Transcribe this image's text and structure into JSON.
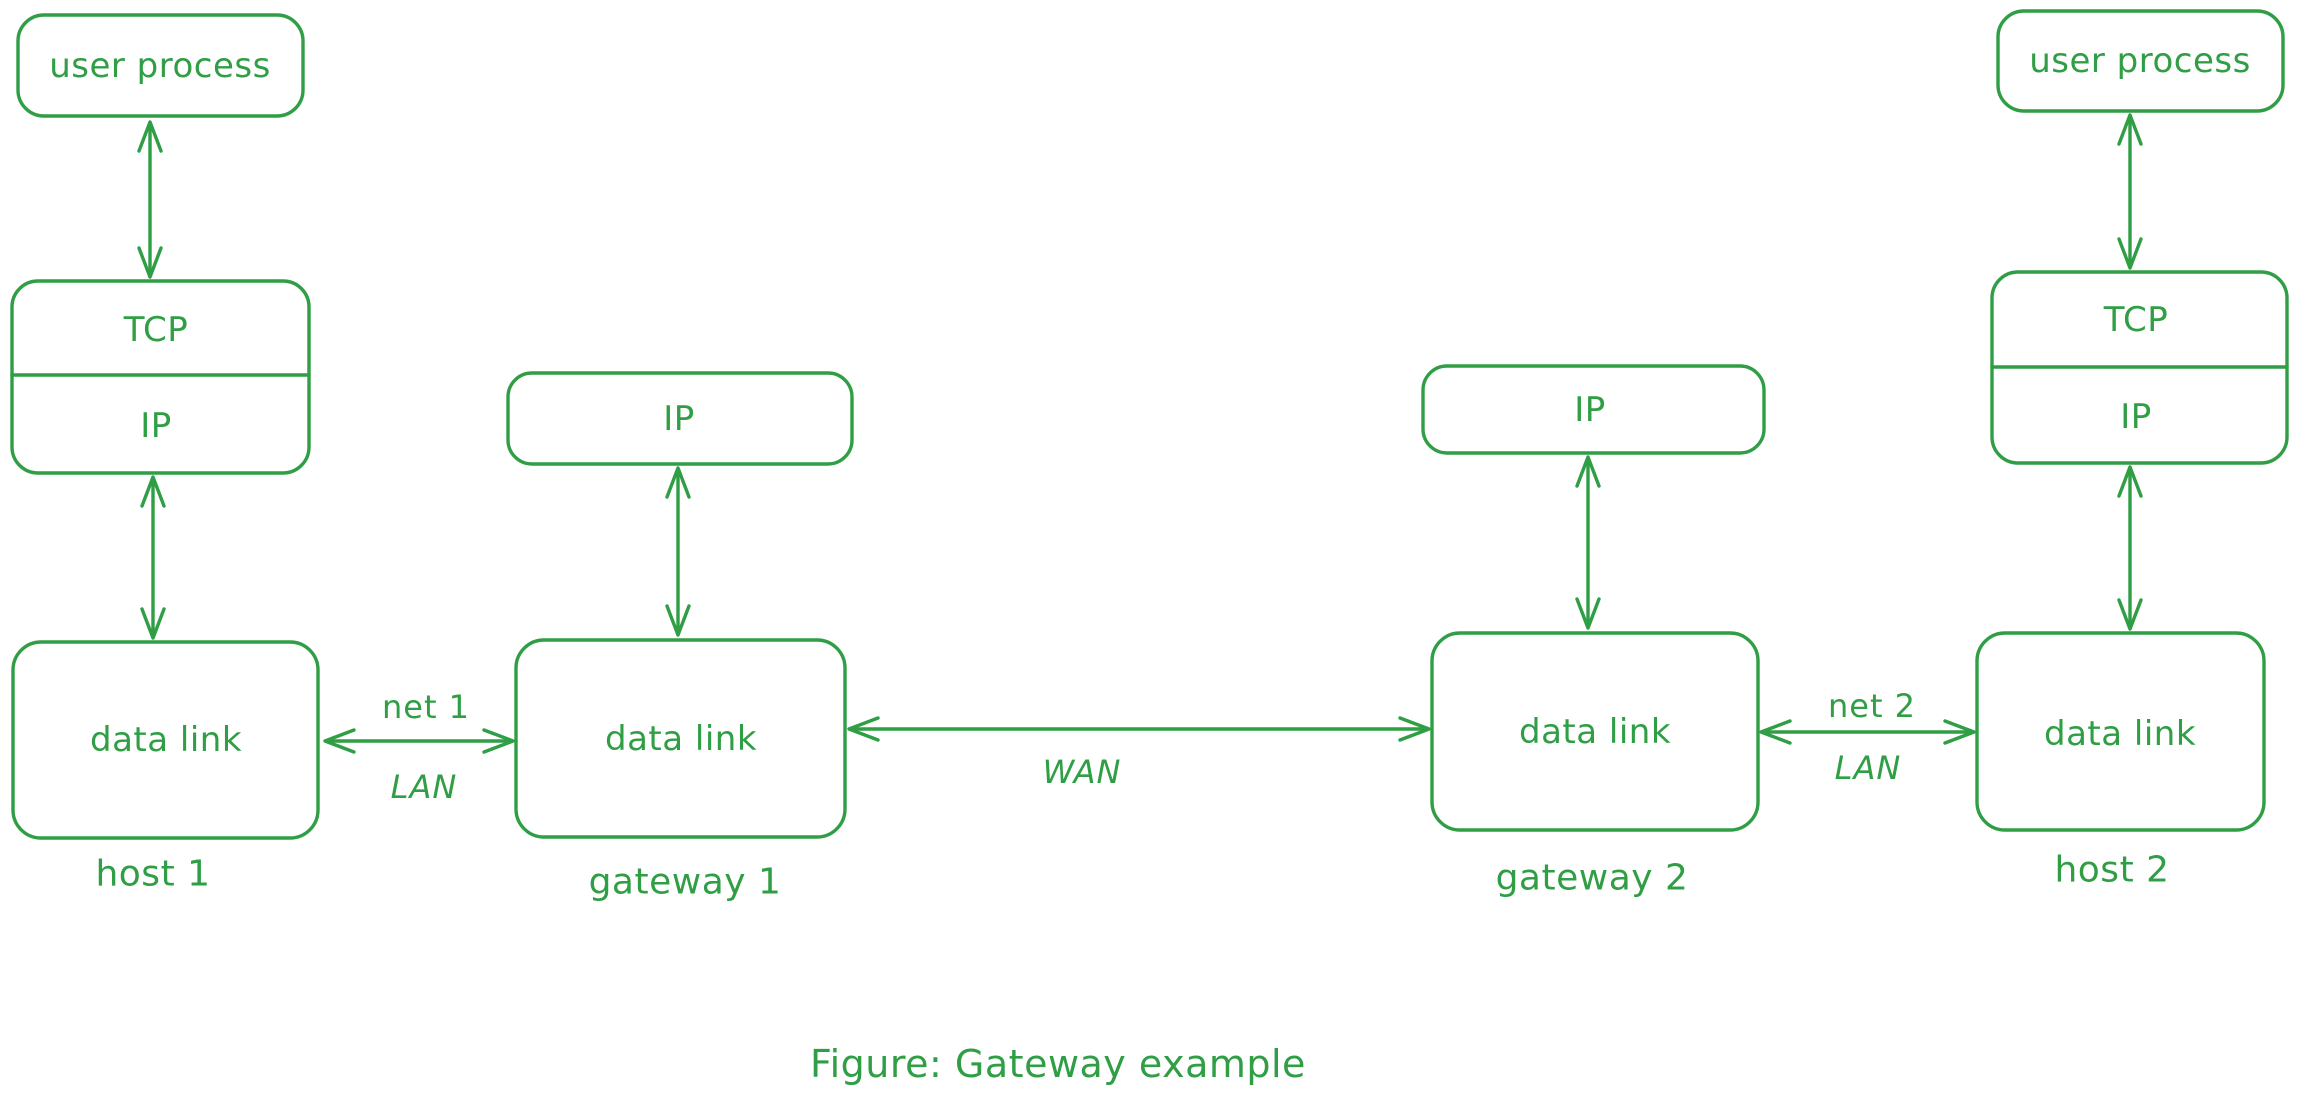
{
  "colors": {
    "accent": "#2f9e44",
    "background": "#ffffff"
  },
  "diagram": {
    "caption": "Figure: Gateway example",
    "nodes": {
      "host1": {
        "user_process": "user process",
        "tcp": "TCP",
        "ip": "IP",
        "data_link": "data link",
        "label": "host 1"
      },
      "gateway1": {
        "ip": "IP",
        "data_link": "data link",
        "label": "gateway 1"
      },
      "gateway2": {
        "ip": "IP",
        "data_link": "data link",
        "label": "gateway 2"
      },
      "host2": {
        "user_process": "user process",
        "tcp": "TCP",
        "ip": "IP",
        "data_link": "data link",
        "label": "host 2"
      }
    },
    "links": {
      "net1": {
        "name": "net 1",
        "type": "LAN"
      },
      "wan": {
        "name": "WAN"
      },
      "net2": {
        "name": "net 2",
        "type": "LAN"
      }
    }
  }
}
